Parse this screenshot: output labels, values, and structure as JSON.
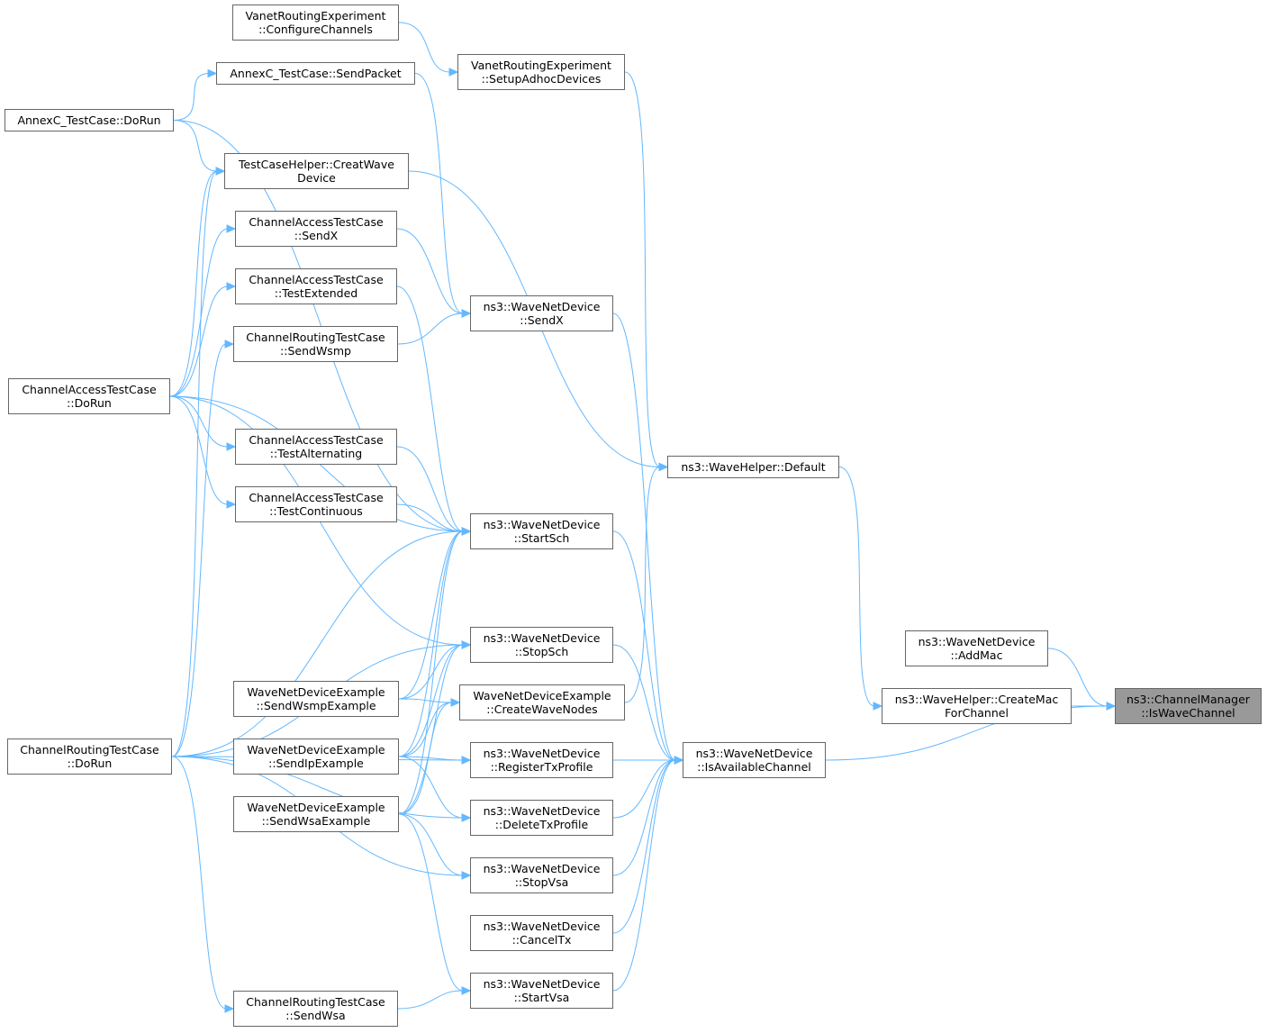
{
  "colors": {
    "edge": "#63b8ff",
    "node_border": "#666666",
    "node_fill": "#ffffff",
    "focus_fill": "#999999"
  },
  "nodes": {
    "vre_cc": [
      "VanetRoutingExperiment",
      "::ConfigureChannels"
    ],
    "vre_sad": [
      "VanetRoutingExperiment",
      "::SetupAdhocDevices"
    ],
    "annexc_sp": [
      "AnnexC_TestCase::SendPacket"
    ],
    "annexc_dr": [
      "AnnexC_TestCase::DoRun"
    ],
    "tch_cwd": [
      "TestCaseHelper::CreatWave",
      "Device"
    ],
    "cat_sx": [
      "ChannelAccessTestCase",
      "::SendX"
    ],
    "cat_te": [
      "ChannelAccessTestCase",
      "::TestExtended"
    ],
    "crt_sw": [
      "ChannelRoutingTestCase",
      "::SendWsmp"
    ],
    "cat_dr": [
      "ChannelAccessTestCase",
      "::DoRun"
    ],
    "cat_ta": [
      "ChannelAccessTestCase",
      "::TestAlternating"
    ],
    "cat_tc": [
      "ChannelAccessTestCase",
      "::TestContinuous"
    ],
    "wnd_sx": [
      "ns3::WaveNetDevice",
      "::SendX"
    ],
    "wnd_ssch": [
      "ns3::WaveNetDevice",
      "::StartSch"
    ],
    "wnd_stsch": [
      "ns3::WaveNetDevice",
      "::StopSch"
    ],
    "wnde_swe": [
      "WaveNetDeviceExample",
      "::SendWsmpExample"
    ],
    "wnde_cwn": [
      "WaveNetDeviceExample",
      "::CreateWaveNodes"
    ],
    "crt_dr": [
      "ChannelRoutingTestCase",
      "::DoRun"
    ],
    "wnde_sie": [
      "WaveNetDeviceExample",
      "::SendIpExample"
    ],
    "wnd_rtp": [
      "ns3::WaveNetDevice",
      "::RegisterTxProfile"
    ],
    "wnde_swsa": [
      "WaveNetDeviceExample",
      "::SendWsaExample"
    ],
    "wnd_dtp": [
      "ns3::WaveNetDevice",
      "::DeleteTxProfile"
    ],
    "wnd_svsa": [
      "ns3::WaveNetDevice",
      "::StopVsa"
    ],
    "wnd_ctx": [
      "ns3::WaveNetDevice",
      "::CancelTx"
    ],
    "wnd_stvsa": [
      "ns3::WaveNetDevice",
      "::StartVsa"
    ],
    "crt_swsa": [
      "ChannelRoutingTestCase",
      "::SendWsa"
    ],
    "wh_def": [
      "ns3::WaveHelper::Default"
    ],
    "wnd_iac": [
      "ns3::WaveNetDevice",
      "::IsAvailableChannel"
    ],
    "wnd_am": [
      "ns3::WaveNetDevice",
      "::AddMac"
    ],
    "wh_cmfc": [
      "ns3::WaveHelper::CreateMac",
      "ForChannel"
    ],
    "cm_iwc": [
      "ns3::ChannelManager",
      "::IsWaveChannel"
    ]
  },
  "edges": [
    [
      "vre_cc",
      "vre_sad"
    ],
    [
      "vre_sad",
      "wh_def"
    ],
    [
      "annexc_dr",
      "annexc_sp"
    ],
    [
      "annexc_dr",
      "tch_cwd"
    ],
    [
      "annexc_dr",
      "wnd_ssch"
    ],
    [
      "annexc_sp",
      "wnd_sx"
    ],
    [
      "tch_cwd",
      "wh_def"
    ],
    [
      "cat_dr",
      "tch_cwd"
    ],
    [
      "cat_dr",
      "cat_sx"
    ],
    [
      "cat_dr",
      "cat_te"
    ],
    [
      "cat_dr",
      "cat_ta"
    ],
    [
      "cat_dr",
      "cat_tc"
    ],
    [
      "cat_dr",
      "wnd_ssch"
    ],
    [
      "cat_dr",
      "wnd_stsch"
    ],
    [
      "cat_sx",
      "wnd_sx"
    ],
    [
      "cat_te",
      "wnd_ssch"
    ],
    [
      "cat_ta",
      "wnd_ssch"
    ],
    [
      "cat_tc",
      "wnd_ssch"
    ],
    [
      "crt_sw",
      "wnd_sx"
    ],
    [
      "crt_dr",
      "tch_cwd"
    ],
    [
      "crt_dr",
      "crt_sw"
    ],
    [
      "crt_dr",
      "wnd_ssch"
    ],
    [
      "crt_dr",
      "wnd_stsch"
    ],
    [
      "crt_dr",
      "wnd_rtp"
    ],
    [
      "crt_dr",
      "wnd_dtp"
    ],
    [
      "crt_dr",
      "wnd_svsa"
    ],
    [
      "crt_dr",
      "crt_swsa"
    ],
    [
      "crt_swsa",
      "wnd_stvsa"
    ],
    [
      "wnde_swe",
      "wnd_ssch"
    ],
    [
      "wnde_swe",
      "wnd_stsch"
    ],
    [
      "wnde_swe",
      "wnde_cwn"
    ],
    [
      "wnde_sie",
      "wnd_ssch"
    ],
    [
      "wnde_sie",
      "wnd_stsch"
    ],
    [
      "wnde_sie",
      "wnde_cwn"
    ],
    [
      "wnde_sie",
      "wnd_rtp"
    ],
    [
      "wnde_sie",
      "wnd_dtp"
    ],
    [
      "wnde_swsa",
      "wnd_ssch"
    ],
    [
      "wnde_swsa",
      "wnd_stsch"
    ],
    [
      "wnde_swsa",
      "wnde_cwn"
    ],
    [
      "wnde_swsa",
      "wnd_svsa"
    ],
    [
      "wnde_swsa",
      "wnd_stvsa"
    ],
    [
      "wnde_cwn",
      "wh_def"
    ],
    [
      "wnd_sx",
      "wnd_iac"
    ],
    [
      "wnd_ssch",
      "wnd_iac"
    ],
    [
      "wnd_stsch",
      "wnd_iac"
    ],
    [
      "wnd_rtp",
      "wnd_iac"
    ],
    [
      "wnd_dtp",
      "wnd_iac"
    ],
    [
      "wnd_svsa",
      "wnd_iac"
    ],
    [
      "wnd_ctx",
      "wnd_iac"
    ],
    [
      "wnd_stvsa",
      "wnd_iac"
    ],
    [
      "wh_def",
      "wh_cmfc"
    ],
    [
      "wnd_iac",
      "cm_iwc"
    ],
    [
      "wnd_am",
      "cm_iwc"
    ],
    [
      "wh_cmfc",
      "cm_iwc"
    ]
  ]
}
